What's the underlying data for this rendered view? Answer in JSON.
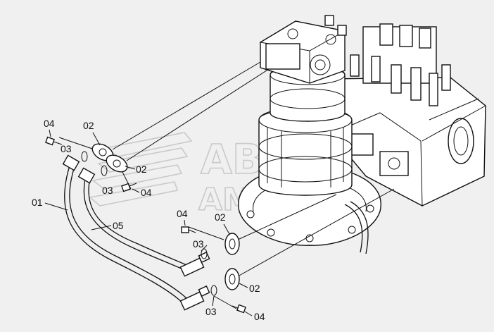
{
  "watermark": {
    "line1": "ABTO",
    "line2": "AM3bTC"
  },
  "labels": {
    "l01": "01",
    "l05": "05",
    "l02a": "02",
    "l02b": "02",
    "l02c": "02",
    "l02d": "02",
    "l03a": "03",
    "l03b": "03",
    "l03c": "03",
    "l03d": "03",
    "l04a": "04",
    "l04b": "04",
    "l04c": "04",
    "l04d": "04"
  }
}
